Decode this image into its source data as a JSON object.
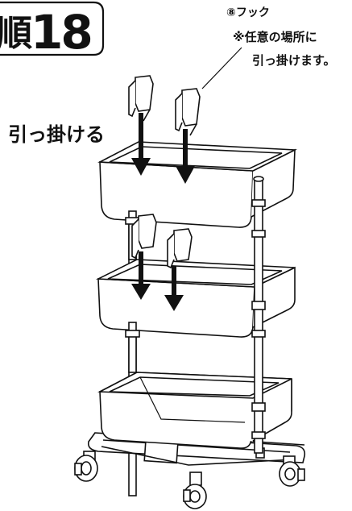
{
  "step": {
    "prefix": "順",
    "number": "18"
  },
  "callout": {
    "part_label": "⑧フック",
    "note_line1": "※任意の場所に",
    "note_line2": "引っ掛けます。"
  },
  "instruction": "引っ掛ける"
}
